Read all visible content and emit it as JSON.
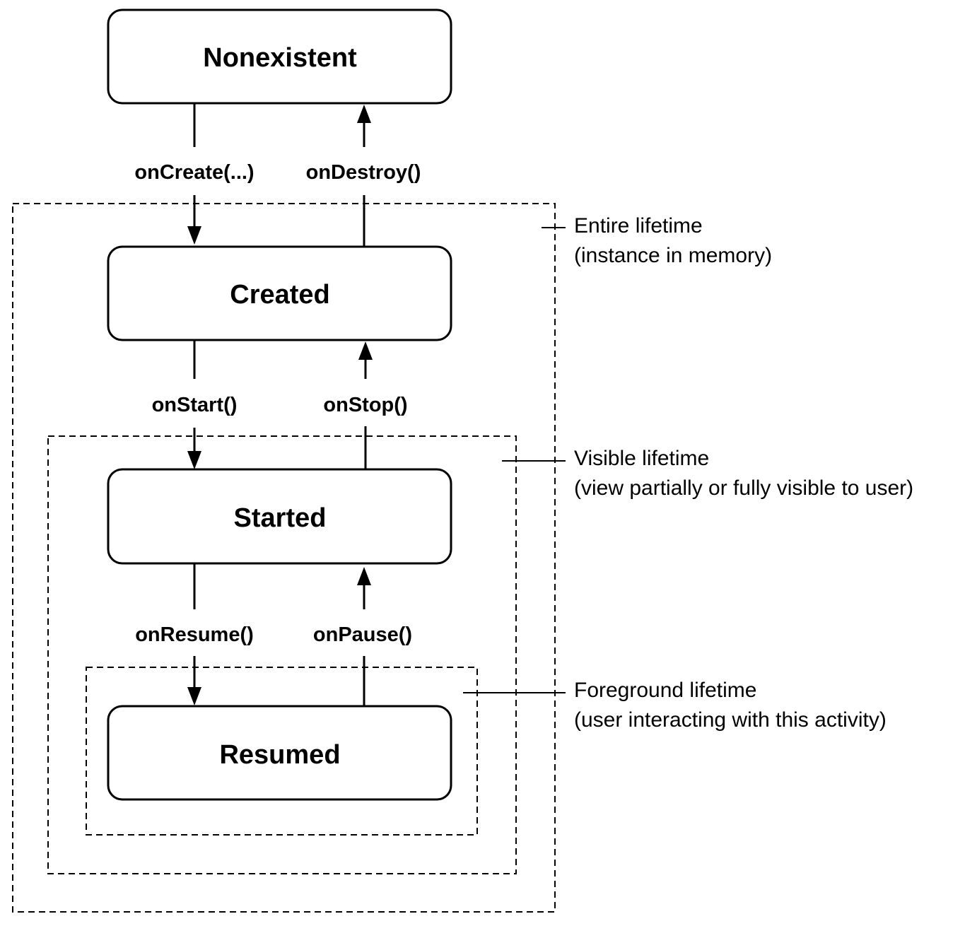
{
  "states": [
    {
      "id": "nonexistent",
      "label": "Nonexistent"
    },
    {
      "id": "created",
      "label": "Created"
    },
    {
      "id": "started",
      "label": "Started"
    },
    {
      "id": "resumed",
      "label": "Resumed"
    }
  ],
  "callbacks": {
    "on_create": "onCreate(...)",
    "on_destroy": "onDestroy()",
    "on_start": "onStart()",
    "on_stop": "onStop()",
    "on_resume": "onResume()",
    "on_pause": "onPause()"
  },
  "lifetimes": {
    "entire": {
      "title": "Entire lifetime",
      "detail": "(instance in memory)"
    },
    "visible": {
      "title": "Visible lifetime",
      "detail": "(view partially or fully visible to user)"
    },
    "foreground": {
      "title": "Foreground lifetime",
      "detail": "(user interacting with this activity)"
    }
  }
}
